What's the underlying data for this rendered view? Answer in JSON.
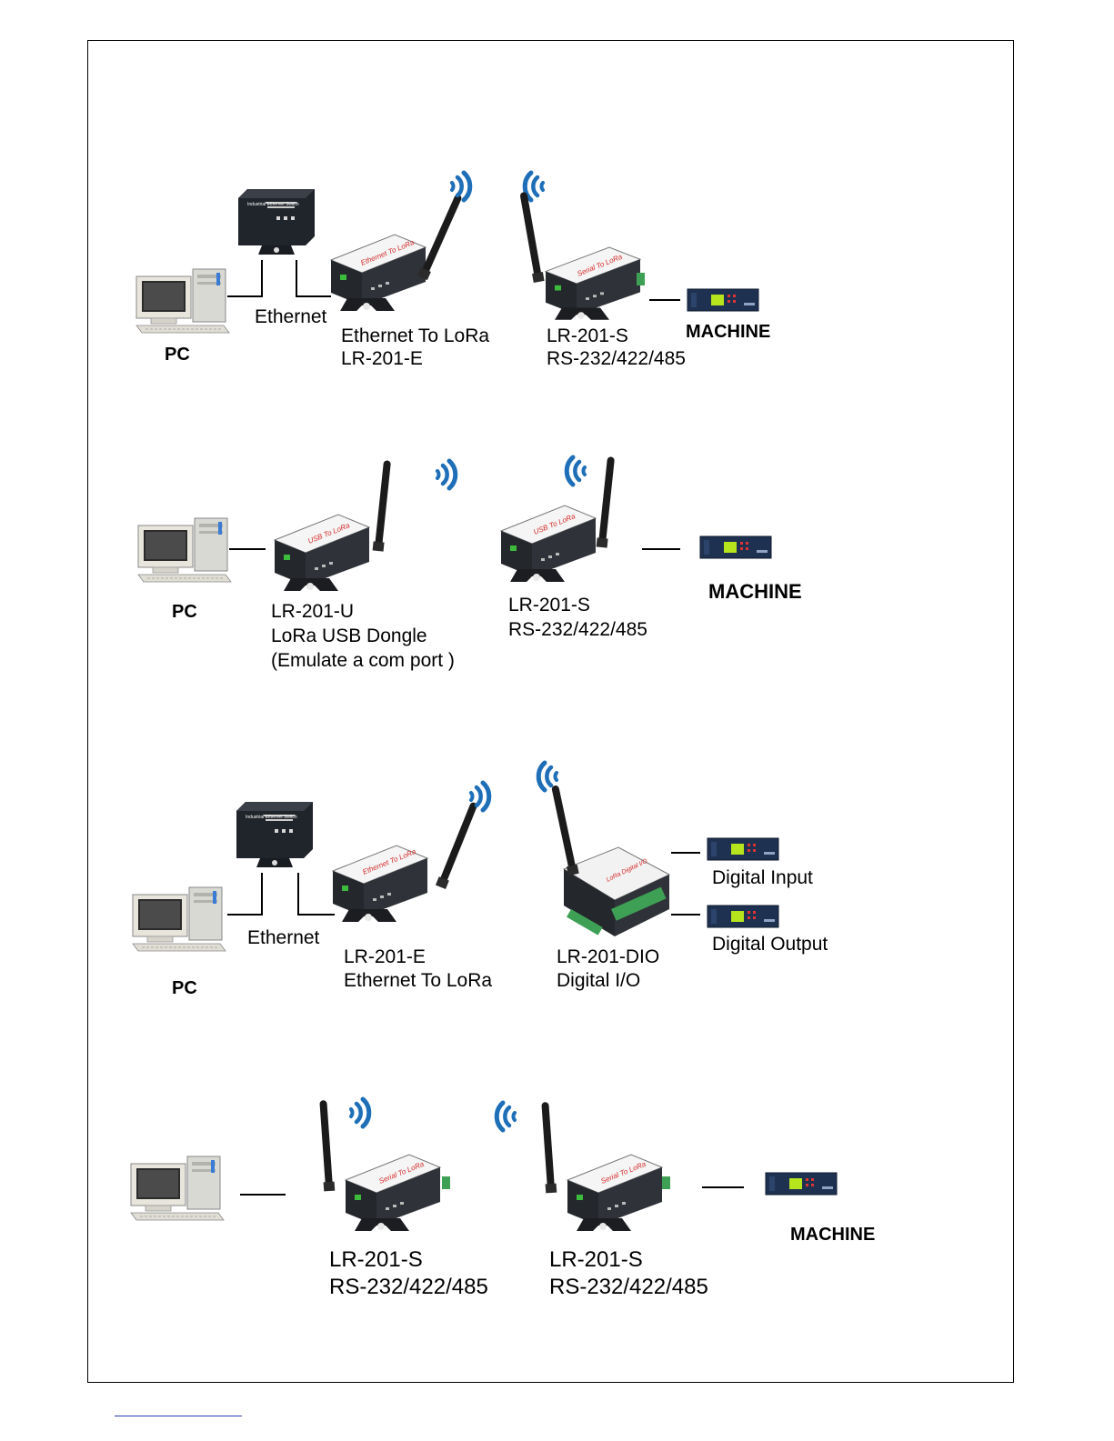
{
  "scenarios": [
    {
      "pc_label": "PC",
      "link_label": "Ethernet",
      "device1": {
        "line1": "Ethernet To LoRa",
        "line2": "LR-201-E",
        "face_text": "Ethernet To LoRa"
      },
      "device2": {
        "line1": "LR-201-S",
        "line2": "RS-232/422/485",
        "face_text": "Serial To LoRa"
      },
      "machine_label": "MACHINE",
      "switch_text": "Industrial Ethernet Switch"
    },
    {
      "pc_label": "PC",
      "device1": {
        "line1": "LR-201-U",
        "line2": "LoRa USB  Dongle",
        "line3": "(Emulate a com port )",
        "face_text": "USB To LoRa"
      },
      "device2": {
        "line1": "LR-201-S",
        "line2": "RS-232/422/485",
        "face_text": "USB To LoRa"
      },
      "machine_label": "MACHINE"
    },
    {
      "pc_label": "PC",
      "link_label": "Ethernet",
      "device1": {
        "line1": "LR-201-E",
        "line2": "Ethernet To LoRa",
        "face_text": "Ethernet To LoRa"
      },
      "device2": {
        "line1": "LR-201-DIO",
        "line2": "Digital I/O",
        "face_text": "LoRa Digital I/O"
      },
      "io_labels": [
        "Digital Input",
        "Digital Output"
      ],
      "switch_text": "Industrial Ethernet Switch"
    },
    {
      "device1": {
        "line1": "LR-201-S",
        "line2": "RS-232/422/485",
        "face_text": "Serial To LoRa"
      },
      "device2": {
        "line1": "LR-201-S",
        "line2": "RS-232/422/485",
        "face_text": "Serial To LoRa"
      },
      "machine_label": "MACHINE"
    }
  ],
  "colors": {
    "wave": "#1e6fb8",
    "device": "#2a2d33",
    "face": "#f4f4f4",
    "face_text": "#d62828",
    "panel": "#1c2f4e",
    "lcd": "#b7e51d",
    "terminal": "#3ea055"
  }
}
